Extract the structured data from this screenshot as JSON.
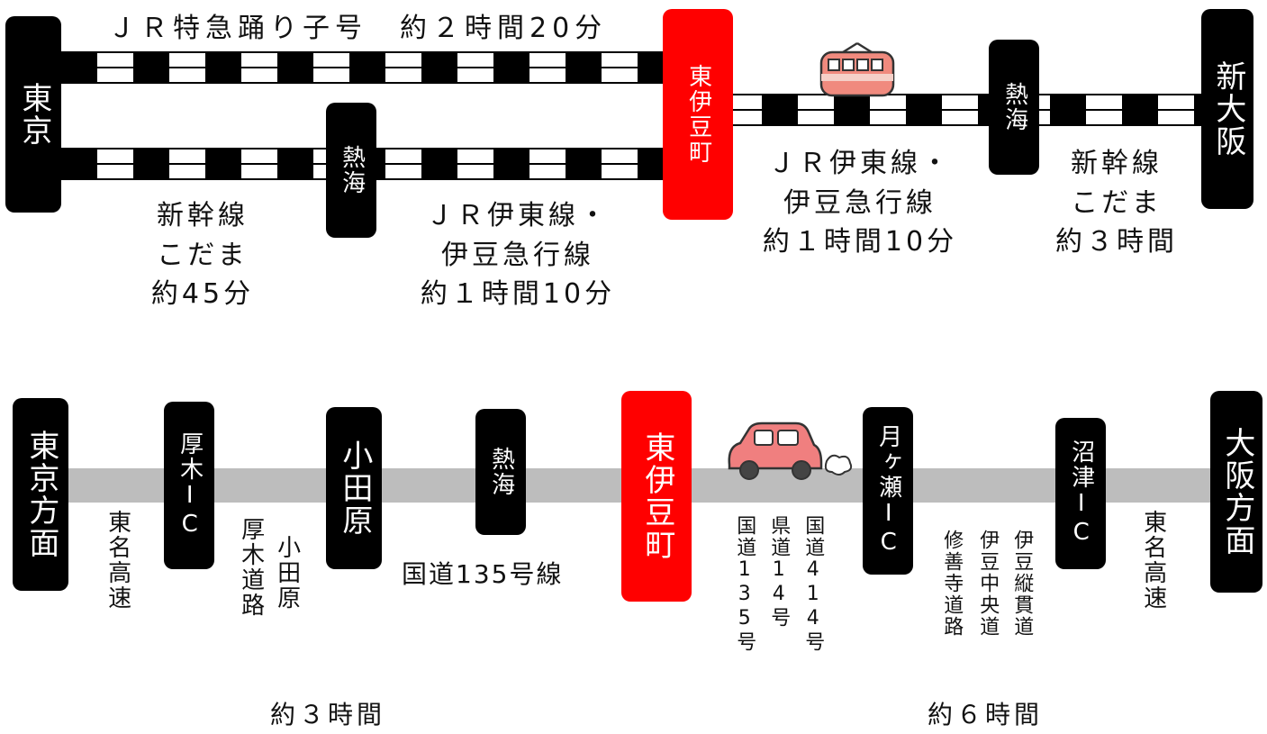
{
  "rail": {
    "top_route_label": "ＪＲ特急踊り子号　約２時間20分",
    "stations": {
      "tokyo": "東京",
      "atami_lower": "熱海",
      "higashi_izu": "東伊豆町",
      "atami_right": "熱海",
      "shin_osaka": "新大阪"
    },
    "lower_left_label": [
      "新幹線",
      "こだま",
      "約45分"
    ],
    "lower_mid_label": [
      "ＪＲ伊東線・",
      "伊豆急行線",
      "約１時間10分"
    ],
    "right_mid_label": [
      "ＪＲ伊東線・",
      "伊豆急行線",
      "約１時間10分"
    ],
    "right_far_label": [
      "新幹線",
      "こだま",
      "約３時間"
    ]
  },
  "road": {
    "nodes": {
      "tokyo_dir": "東京方面",
      "atsugi_ic": "厚木IC",
      "odawara": "小田原",
      "atami": "熱海",
      "higashi_izu": "東伊豆町",
      "tsukigase_ic": "月ヶ瀬IC",
      "numazu_ic": "沼津IC",
      "osaka_dir": "大阪方面"
    },
    "labels": {
      "tomei_left": "東名高速",
      "atsugi_road": "厚木道路",
      "odawara_road": "小田原",
      "route135_main": "国道135号線",
      "route135": "国道135号",
      "pref14": "県道14号",
      "route414": "国道414号",
      "shuzenji": "修善寺道路",
      "izu_chuo": "伊豆中央道",
      "izu_jukan": "伊豆縦貫道",
      "tomei_right": "東名高速"
    },
    "time_left": "約３時間",
    "time_right": "約６時間"
  },
  "colors": {
    "station": "#000000",
    "highlight": "#ff0000",
    "road": "#bdbdbd"
  }
}
